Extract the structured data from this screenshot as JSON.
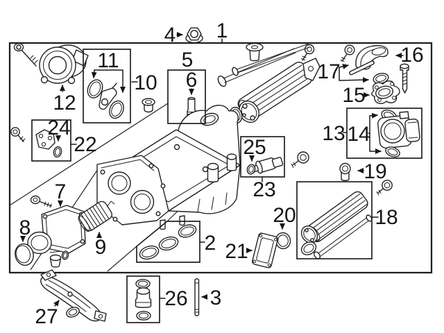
{
  "document": {
    "type": "exploded-parts-diagram",
    "subject": "supercharger-and-intercooler-assembly",
    "background_color": "#ffffff",
    "line_color": "#231f20",
    "callout_count": 27
  },
  "callouts": [
    {
      "label": "1",
      "depicts": "supercharger-assembly-group-box"
    },
    {
      "label": "2",
      "depicts": "oval-seal-gasket-set"
    },
    {
      "label": "3",
      "depicts": "mounting-stud"
    },
    {
      "label": "4",
      "depicts": "hex-flange-nut"
    },
    {
      "label": "5",
      "depicts": "valve-kit-box"
    },
    {
      "label": "6",
      "depicts": "check-valve"
    },
    {
      "label": "7",
      "depicts": "coolant-outlet-housing"
    },
    {
      "label": "8",
      "depicts": "oval-cover-seal"
    },
    {
      "label": "9",
      "depicts": "corrugated-bellows-hose"
    },
    {
      "label": "10",
      "depicts": "seal-kit-box"
    },
    {
      "label": "11",
      "depicts": "o-ring-and-clamp-set"
    },
    {
      "label": "12",
      "depicts": "bypass-valve-actuator"
    },
    {
      "label": "13",
      "depicts": "throttle-body-kit-box"
    },
    {
      "label": "14",
      "depicts": "throttle-body-o-ring-pair"
    },
    {
      "label": "15",
      "depicts": "mounting-flange"
    },
    {
      "label": "16",
      "depicts": "elbow-duct"
    },
    {
      "label": "17",
      "depicts": "strip-gasket-and-o-ring"
    },
    {
      "label": "18",
      "depicts": "intercooler-core-kit-box"
    },
    {
      "label": "19",
      "depicts": "pipe-fitting"
    },
    {
      "label": "20",
      "depicts": "o-ring"
    },
    {
      "label": "21",
      "depicts": "frame-gasket"
    },
    {
      "label": "22",
      "depicts": "bracket-kit-box"
    },
    {
      "label": "23",
      "depicts": "sensor-kit-box"
    },
    {
      "label": "24",
      "depicts": "bracket-o-ring"
    },
    {
      "label": "25",
      "depicts": "sensor-o-ring"
    },
    {
      "label": "26",
      "depicts": "connector-o-ring-kit-box"
    },
    {
      "label": "27",
      "depicts": "coolant-pipe"
    }
  ]
}
